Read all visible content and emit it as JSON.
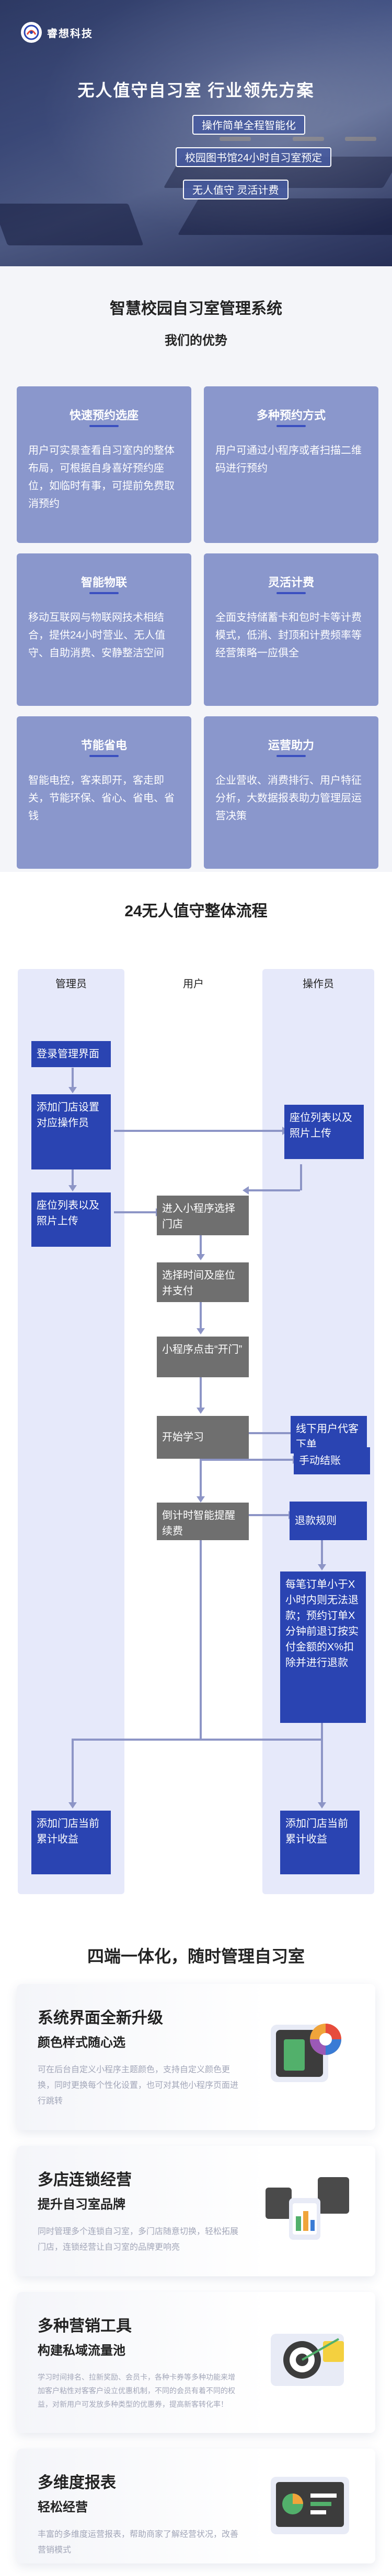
{
  "hero": {
    "logo_text": "睿想科技",
    "title": "无人值守自习室 行业领先方案",
    "tags": [
      "操作简单全程智能化",
      "校园图书馆24小时自习室预定",
      "无人值守 灵活计费"
    ]
  },
  "advantages": {
    "heading": "智慧校园自习室管理系统",
    "subheading": "我们的优势",
    "cards": [
      {
        "title": "快速预约选座",
        "desc": "用户可实景查看自习室内的整体布局，可根据自身喜好预约座位，如临时有事，可提前免费取消预约"
      },
      {
        "title": "多种预约方式",
        "desc": "用户可通过小程序或者扫描二维码进行预约"
      },
      {
        "title": "智能物联",
        "desc": "移动互联网与物联网技术相结合，提供24小时营业、无人值守、自助消费、安静整洁空间"
      },
      {
        "title": "灵活计费",
        "desc": "全面支持储蓄卡和包时卡等计费模式，低消、封顶和计费频率等经营策略一应俱全"
      },
      {
        "title": "节能省电",
        "desc": "智能电控，客来即开，客走即关，节能环保、省心、省电、省钱"
      },
      {
        "title": "运营助力",
        "desc": "企业营收、消费排行、用户特征分析，大数据报表助力管理层运营决策"
      }
    ]
  },
  "flow": {
    "title": "24无人值守整体流程",
    "lanes": [
      "管理员",
      "用户",
      "操作员"
    ],
    "admin_steps": [
      "登录管理界面",
      "添加门店设置对应操作员",
      "座位列表以及照片上传"
    ],
    "operator_upload": "座位列表以及照片上传",
    "user_steps": [
      "进入小程序选择门店",
      "选择时间及座位并支付",
      "小程序点击“开门”",
      "开始学习",
      "倒计时智能提醒续费"
    ],
    "offline": "线下用户代客下单",
    "manual_settle": "手动结账",
    "refund": "退款规则",
    "refund_rule": "每笔订单小于X小时内则无法退款；预约订单X分钟前退订按实付金额的X%扣除并进行退款",
    "admin_end": "添加门店当前累计收益",
    "operator_end": "添加门店当前累计收益"
  },
  "features": {
    "heading": "四端一体化，随时管理自习室",
    "items": [
      {
        "title": "系统界面全新升级",
        "subtitle": "颜色样式随心选",
        "desc": "可在后台自定义小程序主题颜色，支持自定义颜色更换，同时更换每个性化设置，也可对其他小程序页面进行跳转"
      },
      {
        "title": "多店连锁经营",
        "subtitle": "提升自习室品牌",
        "desc": "同时管理多个连锁自习室，多门店随意切换，轻松拓展门店，连锁经营让自习室的品牌更响亮"
      },
      {
        "title": "多种营销工具",
        "subtitle": "构建私域流量池",
        "desc": "学习时间排名、拉新奖励、会员卡，各种卡券等多种功能来增加客户粘性对客客户设立优惠机制，不同的会员有着不同的权益，对新用户可发放多种类型的优惠券，提高新客转化率！"
      },
      {
        "title": "多维度报表",
        "subtitle": "轻松经营",
        "desc": "丰富的多维度运营报表，帮助商家了解经营状况，改善营销模式"
      }
    ]
  }
}
